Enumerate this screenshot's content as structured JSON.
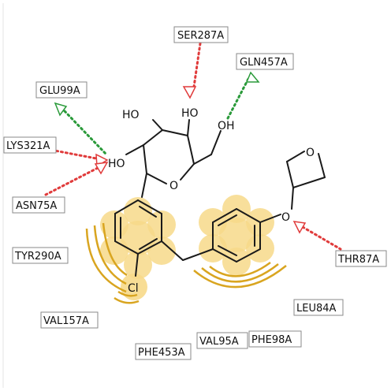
{
  "colors": {
    "hbond_acceptor": "#e03b3b",
    "hbond_donor": "#2a9a3a",
    "hydrophobic": "#d9a520",
    "highlight": "#f7d98a"
  },
  "residues": [
    {
      "id": "ser287",
      "label": "SER287A"
    },
    {
      "id": "gln457",
      "label": "GLN457A"
    },
    {
      "id": "glu99",
      "label": "GLU99A"
    },
    {
      "id": "lys321",
      "label": "LYS321A"
    },
    {
      "id": "asn75",
      "label": "ASN75A"
    },
    {
      "id": "tyr290",
      "label": "TYR290A"
    },
    {
      "id": "thr87",
      "label": "THR87A"
    },
    {
      "id": "leu84",
      "label": "LEU84A"
    },
    {
      "id": "val157",
      "label": "VAL157A"
    },
    {
      "id": "phe453",
      "label": "PHE453A"
    },
    {
      "id": "val95",
      "label": "VAL95A"
    },
    {
      "id": "phe98",
      "label": "PHE98A"
    }
  ],
  "atoms": {
    "ho_top_left": "HO",
    "ho_top": "HO",
    "oh_right": "OH",
    "ho_left": "HO",
    "o_ring": "O",
    "o_ether": "O",
    "o_thf": "O",
    "cl": "Cl"
  }
}
